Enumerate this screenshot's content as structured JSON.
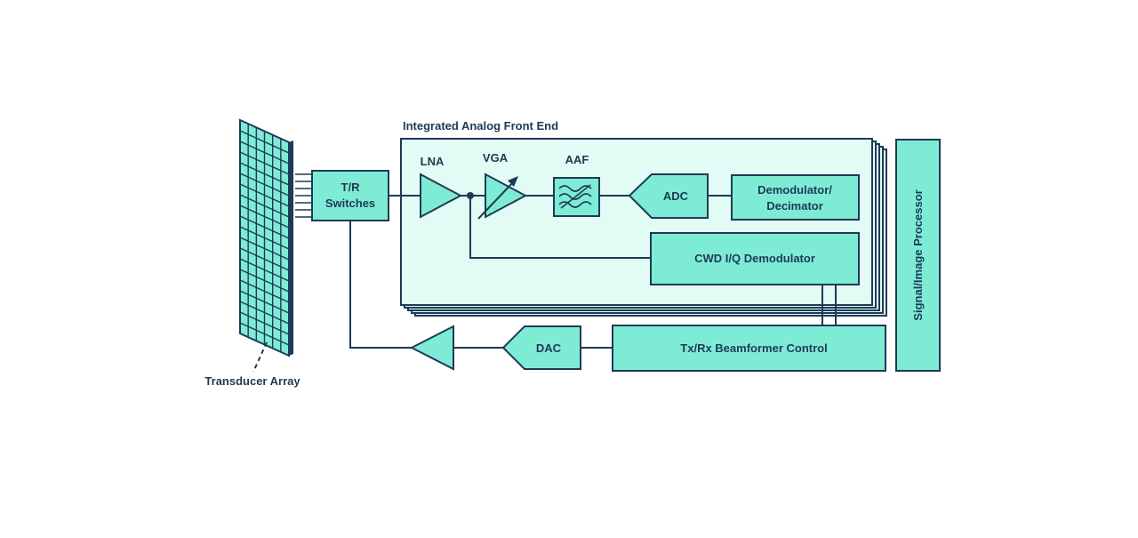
{
  "title": "Integrated Analog Front End",
  "labels": {
    "tr_line1": "T/R",
    "tr_line2": "Switches",
    "lna": "LNA",
    "vga": "VGA",
    "aaf": "AAF",
    "adc": "ADC",
    "demod_line1": "Demodulator/",
    "demod_line2": "Decimator",
    "cwd": "CWD I/Q Demodulator",
    "dac": "DAC",
    "beamformer": "Tx/Rx Beamformer Control",
    "processor": "Signal/Image Processor",
    "transducer": "Transducer Array"
  },
  "colors": {
    "block_fill": "#7eecd5",
    "afe_fill": "#e2fbf4",
    "line": "#1d3a57"
  }
}
